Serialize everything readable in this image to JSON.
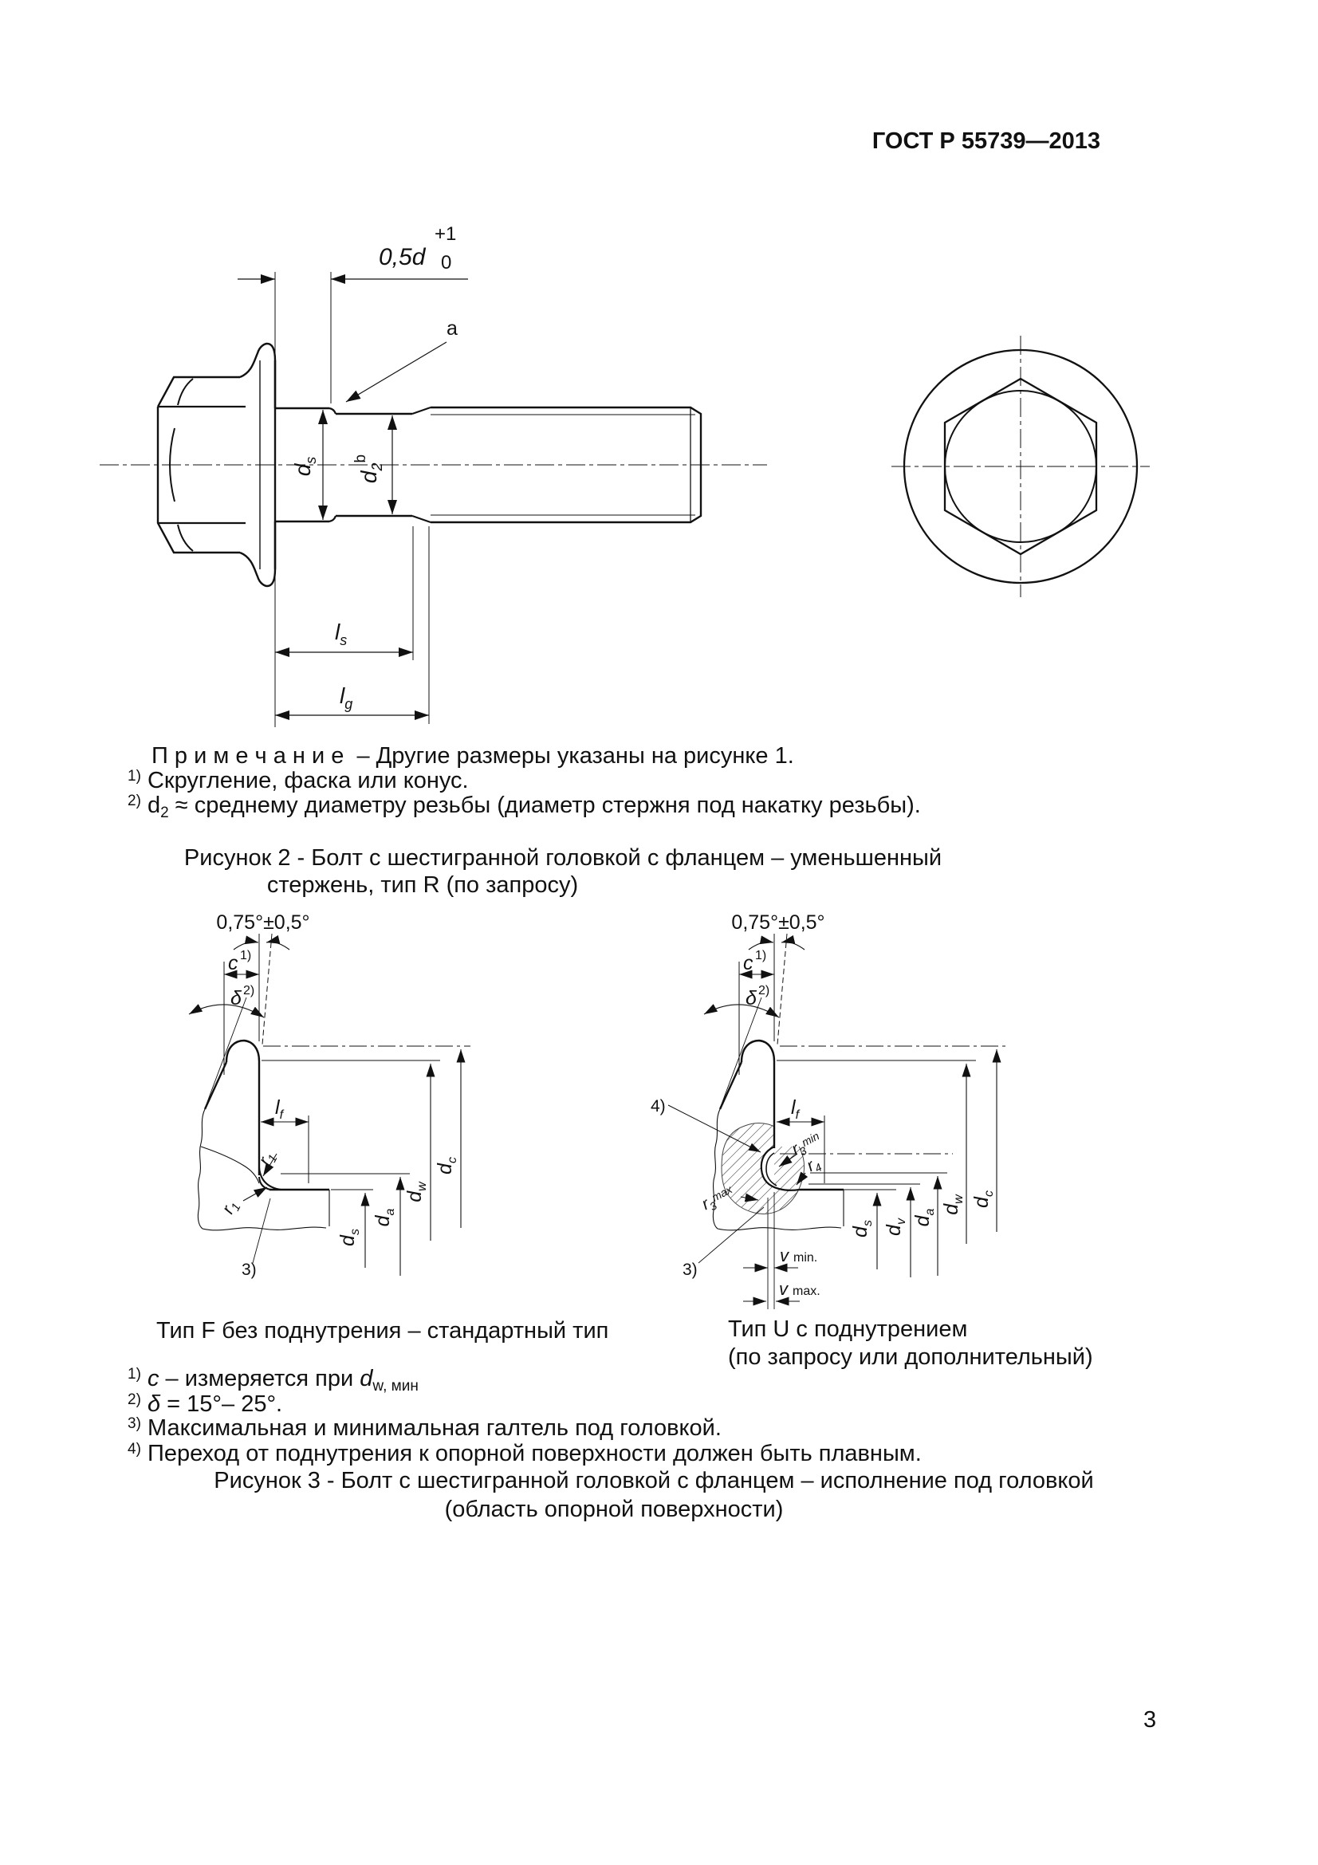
{
  "header": {
    "doc_number": "ГОСТ Р 55739—2013"
  },
  "page_number": "3",
  "fig2": {
    "dim_05d": "0,5d",
    "tol_plus": "+1",
    "tol_zero": "0",
    "callout_a": "a",
    "ds_base": "d",
    "ds_sub": "s",
    "d2_base": "d",
    "d2_sub": "2",
    "d2_sup": "b",
    "ls_base": "l",
    "ls_sub": "s",
    "lg_base": "l",
    "lg_sub": "g",
    "note_label": "П р и м е ч а н и е",
    "note_text": "– Другие размеры указаны на рисунке 1.",
    "fn1_marker": "1)",
    "fn1_text": "Скругление, фаска или конус.",
    "fn2_marker": "2)",
    "fn2_d": "d",
    "fn2_d_sub": "2",
    "fn2_text": "≈ среднему диаметру резьбы (диаметр стержня под накатку резьбы).",
    "caption_line1": "Рисунок 2 - Болт с шестигранной головкой с фланцем – уменьшенный",
    "caption_line2": "стержень, тип R (по запросу)"
  },
  "fig3": {
    "left": {
      "angle": "0,75°±0,5°",
      "c": "c",
      "c_sup": "1)",
      "delta": "δ",
      "delta_sup": "2)",
      "lf_base": "l",
      "lf_sub": "f",
      "r1_base": "r",
      "r1_sub": "1",
      "callout_3": "3)",
      "ds_base": "d",
      "ds_sub": "s",
      "da_base": "d",
      "da_sub": "a",
      "dw_base": "d",
      "dw_sub": "w",
      "dc_base": "d",
      "dc_sub": "c",
      "caption": "Тип F без поднутрения – стандартный тип"
    },
    "right": {
      "angle": "0,75°±0,5°",
      "c": "c",
      "c_sup": "1)",
      "delta": "δ",
      "delta_sup": "2)",
      "lf_base": "l",
      "lf_sub": "f",
      "callout_4": "4)",
      "callout_3": "3)",
      "r3_base": "r",
      "r3_sub": "3",
      "r3min_suffix": "min",
      "r4_base": "r",
      "r4_sub": "4",
      "r3max_suffix": "max",
      "v": "v",
      "vmin_suffix": "min.",
      "vmax_suffix": "max.",
      "ds_base": "d",
      "ds_sub": "s",
      "dv_base": "d",
      "dv_sub": "v",
      "da_base": "d",
      "da_sub": "a",
      "dw_base": "d",
      "dw_sub": "w",
      "dc_base": "d",
      "dc_sub": "c",
      "caption_line1": "Тип U с поднутрением",
      "caption_line2": "(по запросу или дополнительный)"
    },
    "fn1_marker": "1)",
    "fn1_c": "c",
    "fn1_mid": "– измеряется при",
    "fn1_d": "d",
    "fn1_d_sub": "w, мин",
    "fn2_marker": "2)",
    "fn2_delta": "δ",
    "fn2_text": "= 15°– 25°.",
    "fn3_marker": "3)",
    "fn3_text": "Максимальная и минимальная галтель под головкой.",
    "fn4_marker": "4)",
    "fn4_text": "Переход от поднутрения к опорной поверхности должен быть плавным.",
    "caption_line1": "Рисунок 3 - Болт с шестигранной головкой с фланцем – исполнение под головкой",
    "caption_line2": "(область опорной поверхности)"
  }
}
